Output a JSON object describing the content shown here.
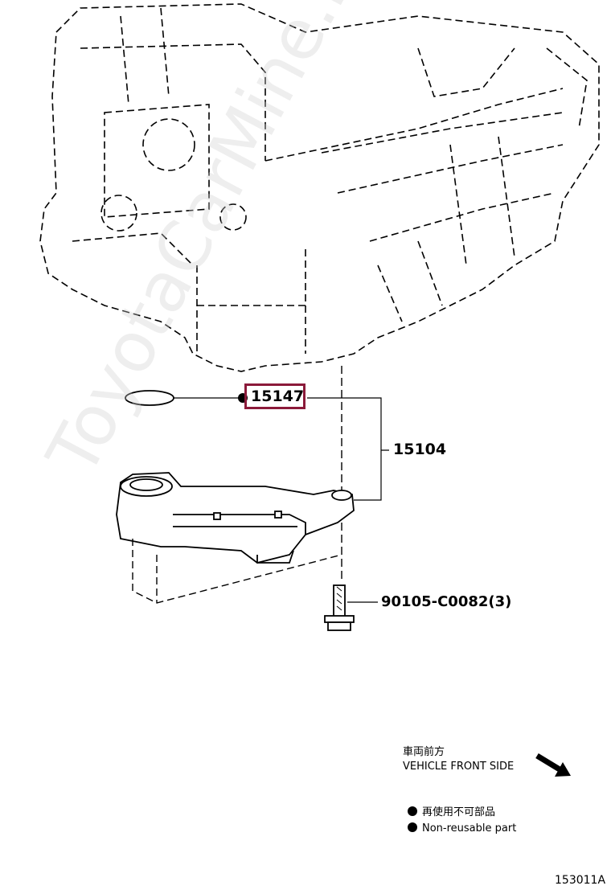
{
  "parts": {
    "oring": {
      "number": "15147",
      "non_reusable": true,
      "highlighted": true
    },
    "strainer": {
      "number": "15104"
    },
    "bolt": {
      "number": "90105-C0082(3)"
    }
  },
  "legend": {
    "front_side_jp": "車両前方",
    "front_side_en": "VEHICLE FRONT SIDE",
    "non_reusable_jp": "再使用不可部品",
    "non_reusable_en": "Non-reusable part"
  },
  "figure_id": "153011A",
  "watermark": "ToyotaCarMine.ru",
  "colors": {
    "highlight": "#8b1a3a",
    "line": "#000000",
    "watermark": "#cfcfcf"
  }
}
